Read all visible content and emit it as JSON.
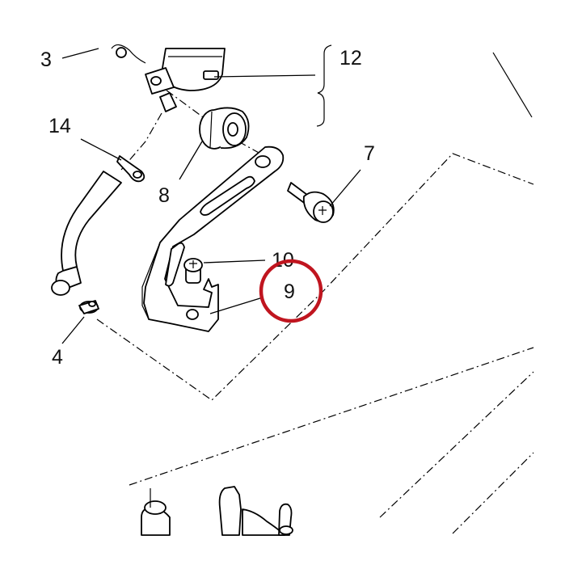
{
  "callouts": {
    "c3": "3",
    "c4": "4",
    "c7": "7",
    "c8": "8",
    "c9": "9",
    "c10": "10",
    "c12": "12",
    "c14": "14"
  },
  "highlight": {
    "target": "9",
    "color": "#c0151f"
  }
}
